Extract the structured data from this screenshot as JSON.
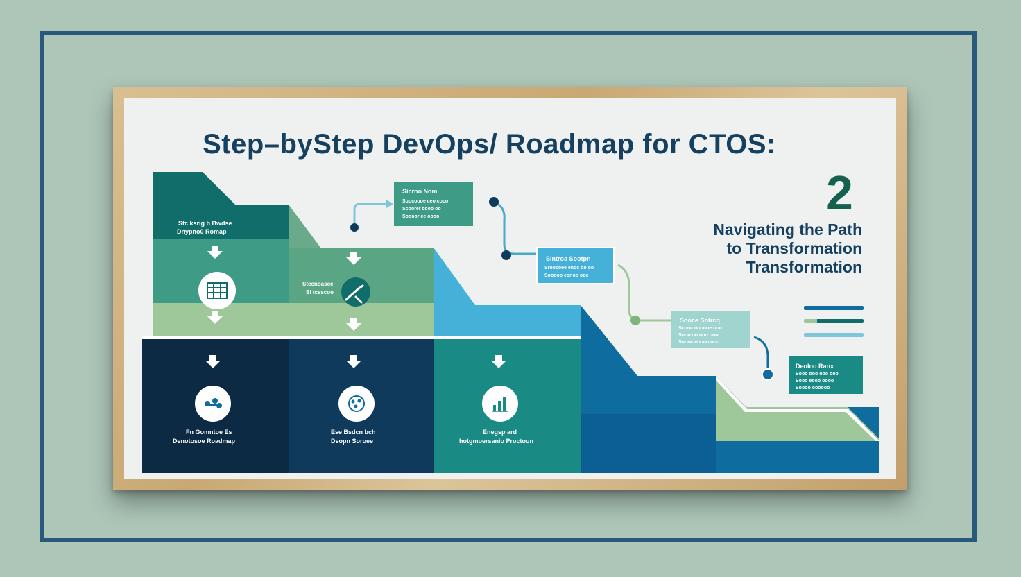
{
  "title": "Step–byStep DevOps/ Roadmap for CTOS:",
  "step_number": "2",
  "subtitle": [
    "Navigating the Path",
    "to Transformation",
    "Transformation"
  ],
  "blocks": {
    "top_left_label": [
      "Stc ksrig b Bwdse",
      "Dnypno0 Romap"
    ],
    "mid_label": [
      "Stecnoasce",
      "Si tcsscoo"
    ],
    "bottom_1": [
      "Fn Gomntoe Es",
      "Denotosoe Roadmap"
    ],
    "bottom_2": [
      "Ese Bsdcn bch",
      "Dsopn Soroee"
    ],
    "bottom_3": [
      "Enegsp ard",
      "hotgmoersanio Proctoon"
    ]
  },
  "callouts": [
    {
      "title": "Sicrno Nom",
      "lines": [
        "Suocoooe ceo coco",
        "Scoorer cooo oo",
        "Soooor ee oooo"
      ]
    },
    {
      "title": "Sintroa Sootpn",
      "lines": [
        "Sroocoee enoc oo oo",
        "Sooooo eonoo ooc"
      ]
    },
    {
      "title": "Sooce Sotrcq",
      "lines": [
        "Scooc oooooe ooo",
        "Sooo oo ooo ooo",
        "Soooc eoooo ooo"
      ]
    },
    {
      "title": "Deoloo Ranx",
      "lines": [
        "Sooo ooo ooo ooo",
        "Sooo eooo oooo",
        "Soooo oooooo"
      ]
    }
  ],
  "colors": {
    "title": "#15405f",
    "navy": "#0d2a45",
    "dark_blue": "#0f3a5c",
    "teal": "#1a8a84",
    "ocean": "#0f6c9e",
    "green_dark": "#116d6a",
    "green_mid": "#3d9b86",
    "green_light": "#9fc89a",
    "sky": "#45b0d8",
    "frame": "#c9a873",
    "border": "#28597a"
  },
  "icons": [
    "table-icon",
    "tools-icon",
    "network-icon",
    "globe-icon",
    "bar-chart-icon",
    "arrow-down-icon"
  ]
}
